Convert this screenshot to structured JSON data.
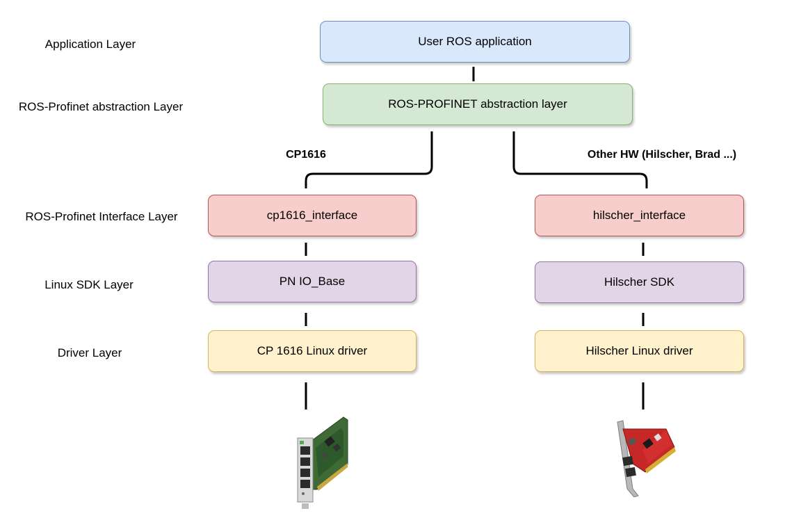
{
  "layers": {
    "application": "Application Layer",
    "abstraction": "ROS-Profinet abstraction Layer",
    "interface": "ROS-Profinet Interface Layer",
    "sdk": "Linux SDK Layer",
    "driver": "Driver Layer"
  },
  "boxes": {
    "user_app": "User ROS application",
    "abstraction": "ROS-PROFINET abstraction layer",
    "cp1616_interface": "cp1616_interface",
    "hilscher_interface": "hilscher_interface",
    "pn_io_base": "PN IO_Base",
    "hilscher_sdk": "Hilscher SDK",
    "cp1616_driver": "CP 1616 Linux driver",
    "hilscher_driver": "Hilscher Linux driver"
  },
  "branches": {
    "left": "CP1616",
    "right": "Other HW (Hilscher, Brad ...)"
  },
  "colors": {
    "application": "#dae8fc",
    "abstraction": "#d5e8d4",
    "interface": "#f8cecc",
    "sdk": "#e1d5e7",
    "driver": "#fff2cc"
  },
  "hardware": [
    "cp1616-card-image",
    "hilscher-card-image"
  ]
}
